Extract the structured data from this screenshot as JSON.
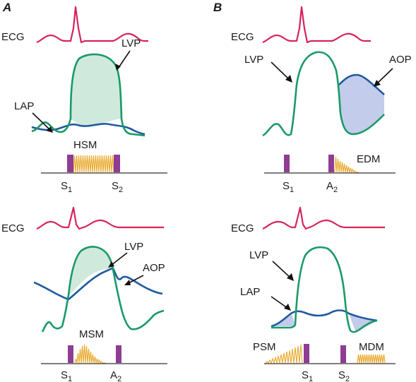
{
  "panels": {
    "a": {
      "letter": "A",
      "top": {
        "ecg": "ECG",
        "lvp": "LVP",
        "lap": "LAP",
        "murmur": "HSM",
        "s1": "S",
        "s1_sub": "1",
        "s2": "S",
        "s2_sub": "2"
      },
      "bottom": {
        "ecg": "ECG",
        "lvp": "LVP",
        "aop": "AOP",
        "murmur": "MSM",
        "s1": "S",
        "s1_sub": "1",
        "a2": "A",
        "a2_sub": "2"
      }
    },
    "b": {
      "letter": "B",
      "top": {
        "ecg": "ECG",
        "lvp": "LVP",
        "aop": "AOP",
        "murmur": "EDM",
        "s1": "S",
        "s1_sub": "1",
        "a2": "A",
        "a2_sub": "2"
      },
      "bottom": {
        "ecg": "ECG",
        "lvp": "LVP",
        "lap": "LAP",
        "murmur_left": "PSM",
        "murmur_right": "MDM",
        "s1": "S",
        "s1_sub": "1",
        "s2": "S",
        "s2_sub": "2"
      }
    }
  },
  "colors": {
    "ecg": "#d6245a",
    "ventricular_pressure": "#1a9a66",
    "aortic_atrial_pressure": "#1f5aa0",
    "heart_sound": "#8e3d92",
    "murmur": "#e8a626"
  }
}
